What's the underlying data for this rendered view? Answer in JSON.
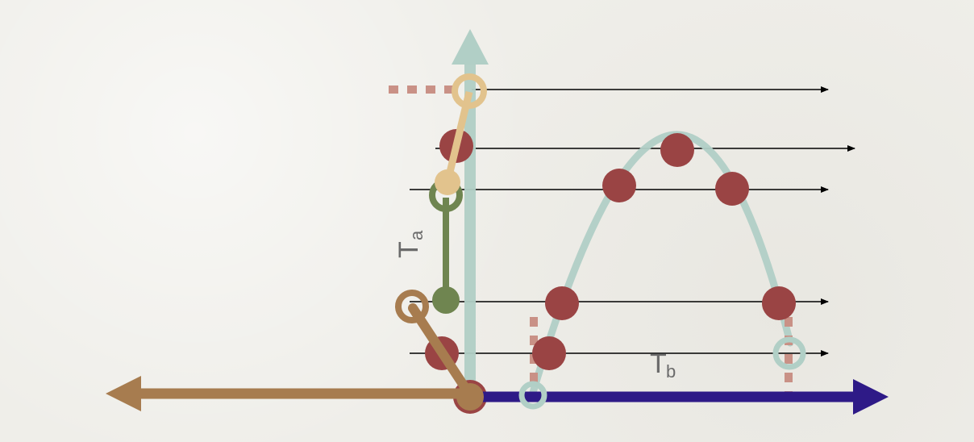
{
  "labels": {
    "ta_main": "T",
    "ta_sub": "a",
    "tb_main": "T",
    "tb_sub": "b"
  },
  "colors": {
    "vertical_axis": "#b1cfc6",
    "parabola": "#b1cfc6",
    "left_arrow": "#a77c4f",
    "right_arrow": "#2e1a87",
    "dots": "#9a4444",
    "dashed": "#c99186",
    "green_link": "#6f8550",
    "tan_link": "#e2c38d",
    "brown_link": "#a77c4f",
    "hollow_teal": "#b1cfc6",
    "thin_arrows": "#000000"
  }
}
